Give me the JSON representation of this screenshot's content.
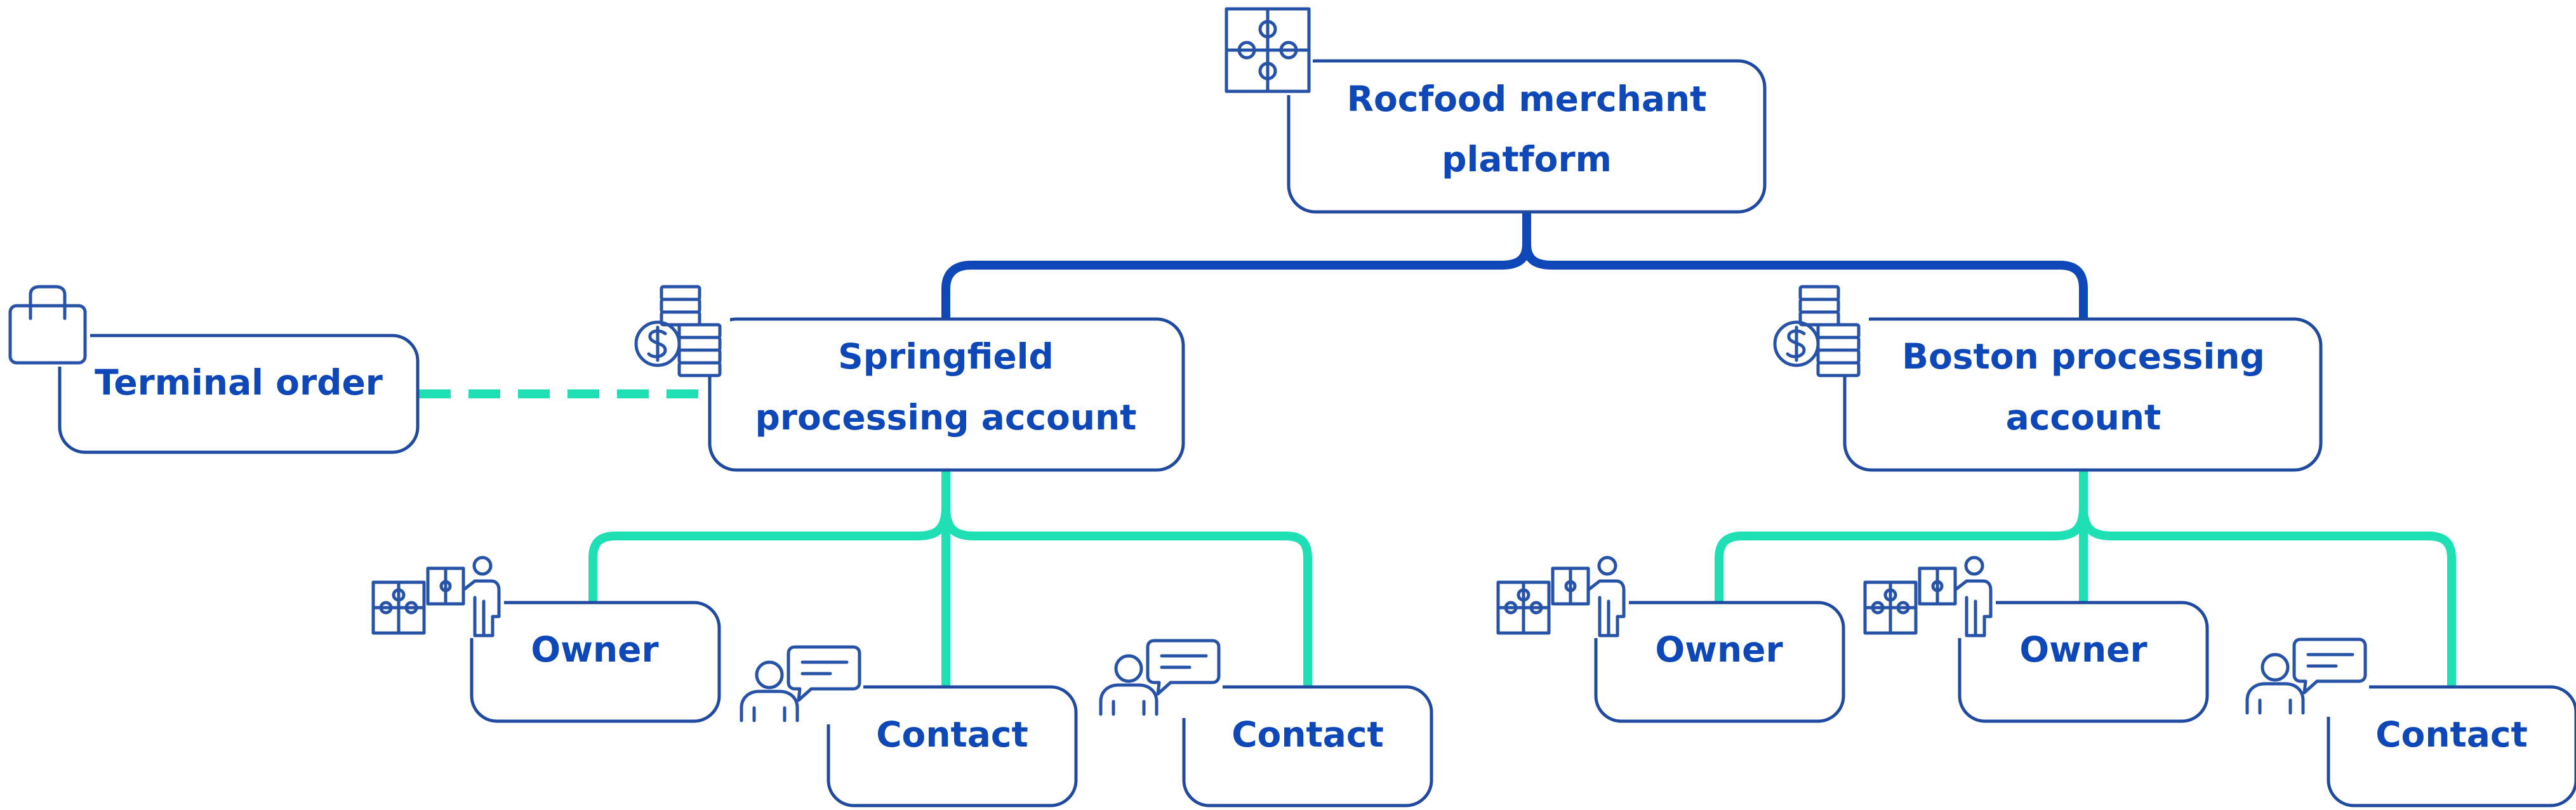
{
  "colors": {
    "primary_blue": "#0d47b8",
    "box_border": "#1f4aa0",
    "teal_connector": "#1ee0b4",
    "blue_connector": "#0d47b8"
  },
  "nodes": {
    "platform": {
      "line1": "Rocfood merchant",
      "line2": "platform",
      "icon": "puzzle-icon"
    },
    "springfield": {
      "line1": "Springfield",
      "line2": "processing account",
      "icon": "coins-dollar-icon"
    },
    "boston": {
      "line1": "Boston processing",
      "line2": "account",
      "icon": "coins-dollar-icon"
    },
    "terminal": {
      "label": "Terminal order",
      "icon": "shopping-bag-icon"
    },
    "springfield_owner": {
      "label": "Owner",
      "icon": "person-puzzle-icon"
    },
    "springfield_contact_1": {
      "label": "Contact",
      "icon": "person-chat-icon"
    },
    "springfield_contact_2": {
      "label": "Contact",
      "icon": "person-chat-icon"
    },
    "boston_owner_1": {
      "label": "Owner",
      "icon": "person-puzzle-icon"
    },
    "boston_owner_2": {
      "label": "Owner",
      "icon": "person-puzzle-icon"
    },
    "boston_contact": {
      "label": "Contact",
      "icon": "person-chat-icon"
    }
  }
}
